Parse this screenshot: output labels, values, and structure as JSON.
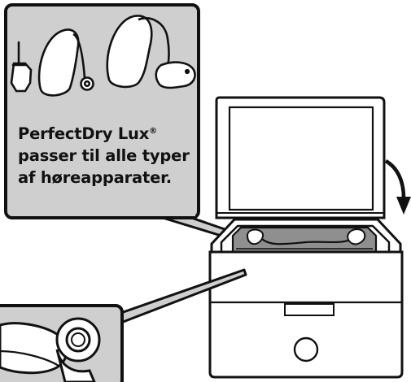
{
  "callout": {
    "line1": "PerfectDry Lux",
    "line1_mark": "®",
    "line2": "passer til alle typer",
    "line3": "af høreapparater."
  },
  "colors": {
    "panel_fill": "#cfcfcf",
    "tray_fill": "#8f8f8f",
    "outline": "#111111",
    "background": "#ffffff"
  },
  "icons": [
    "in-ear-hearing-aid-icon",
    "behind-ear-hearing-aid-icon",
    "behind-ear-hearing-aid-with-tube-icon",
    "rotate-arrow-icon",
    "magnify-callout"
  ]
}
